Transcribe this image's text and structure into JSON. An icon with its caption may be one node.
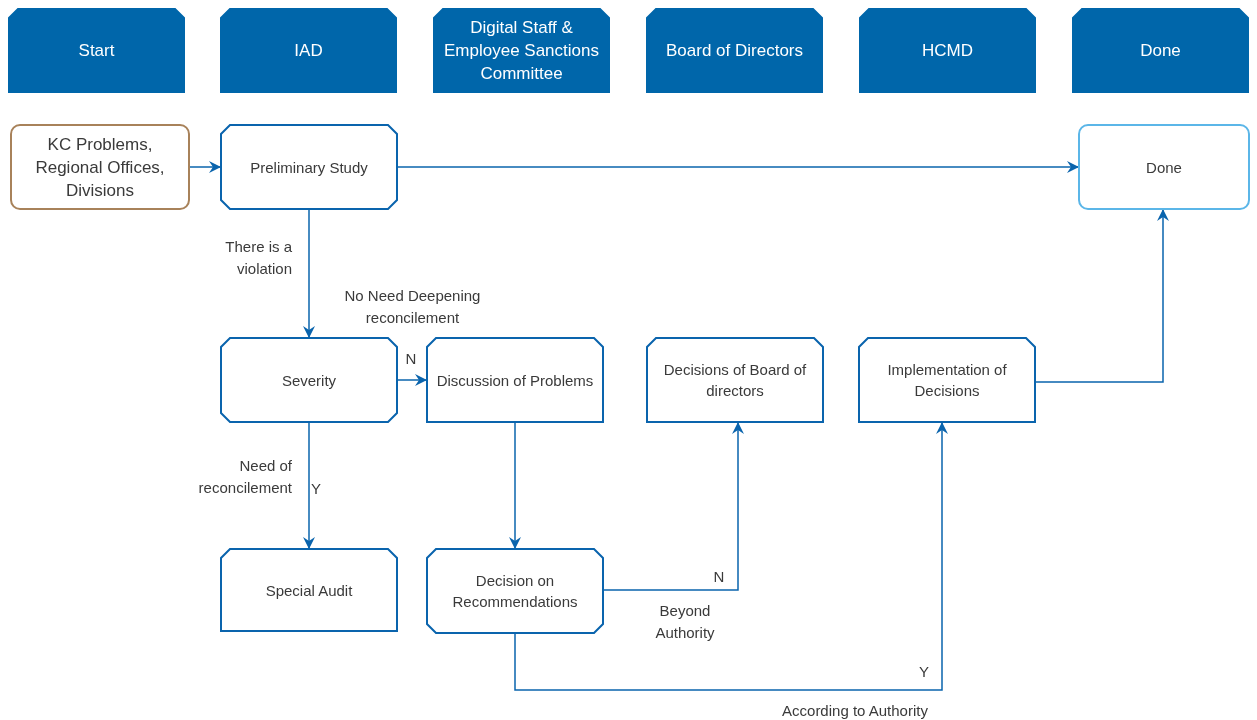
{
  "diagram": {
    "nodes": [
      {
        "text": [
          "Start"
        ]
      },
      {
        "text": [
          "IAD"
        ]
      },
      {
        "text": [
          "Digital Staff & Employee Sanctions Committee"
        ]
      },
      {
        "text": [
          "Board of Directors"
        ]
      },
      {
        "text": [
          "HCMD"
        ]
      },
      {
        "text": [
          "Done"
        ]
      },
      {
        "text": [
          "KC Problems, Regional Offices, Divisions"
        ]
      },
      {
        "text": [
          "Preliminary Study"
        ]
      },
      {
        "text": [
          "Done"
        ]
      },
      {
        "text": [
          "Severity"
        ]
      },
      {
        "text": [
          "Discussion of Problems"
        ]
      },
      {
        "text": [
          "Decisions of Board of directors"
        ]
      },
      {
        "text": [
          "Implementation of Decisions"
        ]
      },
      {
        "text": [
          "Special Audit"
        ]
      },
      {
        "text": [
          "Decision on Recommendations"
        ]
      }
    ],
    "edges": [
      {
        "from": 6,
        "to": 7,
        "arrow": "to"
      },
      {
        "from": 7,
        "to": 8,
        "arrow": "to"
      },
      {
        "from": 7,
        "to": 9,
        "arrow": "to",
        "label": "There is a violation"
      },
      {
        "from": 9,
        "to": 10,
        "arrow": "to",
        "label": "N"
      },
      {
        "from": 9,
        "to": 13,
        "arrow": "to",
        "label": "Y"
      },
      {
        "from": 10,
        "to": 14,
        "arrow": "to"
      },
      {
        "from": 14,
        "to": 11,
        "arrow": "to",
        "label": "N"
      },
      {
        "from": 14,
        "to": 12,
        "arrow": "to",
        "label": "Y"
      },
      {
        "from": 12,
        "to": 8,
        "arrow": "to"
      }
    ],
    "labels": [
      "No Need Deepening reconcilement",
      "Need of reconcilement",
      "Beyond Authority",
      "According to Authority"
    ]
  }
}
